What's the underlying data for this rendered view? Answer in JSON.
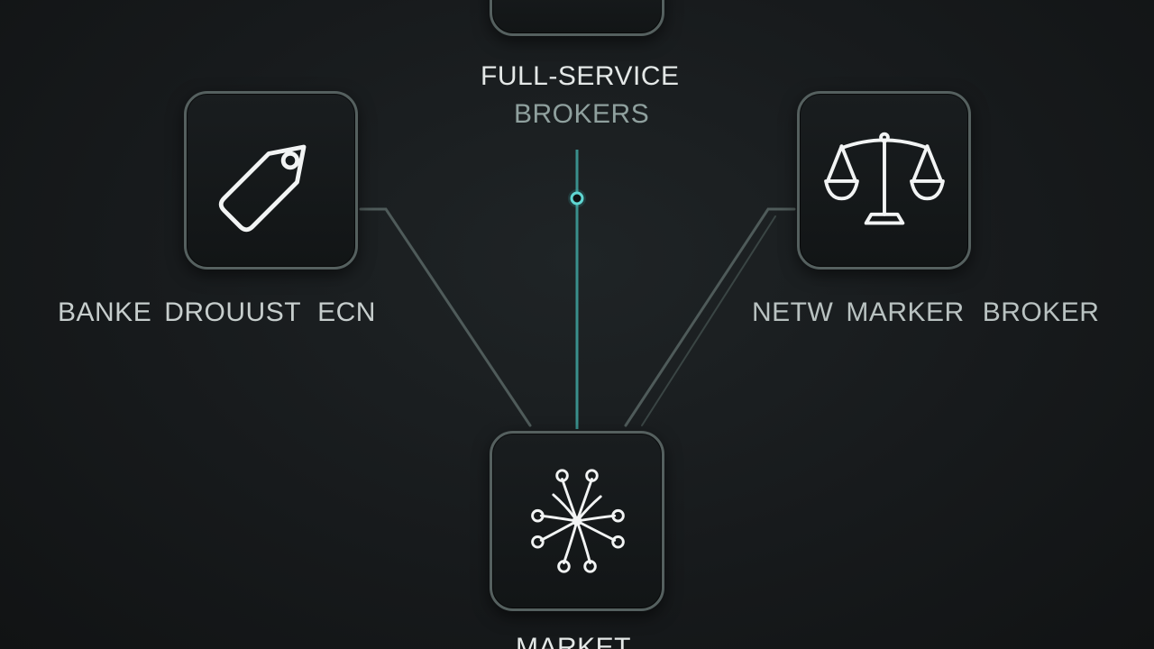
{
  "colors": {
    "background": "#141719",
    "node_border": "#55605f",
    "connector": "#4f5b5a",
    "accent": "#3fb7b4",
    "icon_stroke": "#f2f4f4"
  },
  "nodes": {
    "top": {
      "label_line1": "FULL-SERVICE",
      "label_line2": "BROKERS"
    },
    "left": {
      "icon": "price-tag-icon",
      "label_part1": "BANKE",
      "label_part2": "DROUUST",
      "label_part3": "ECN"
    },
    "right": {
      "icon": "scales-icon",
      "label_part1": "NETW",
      "label_part2": "MARKER",
      "label_part3": "BROKER"
    },
    "bottom": {
      "icon": "network-hub-icon",
      "label": "MARKET"
    }
  }
}
